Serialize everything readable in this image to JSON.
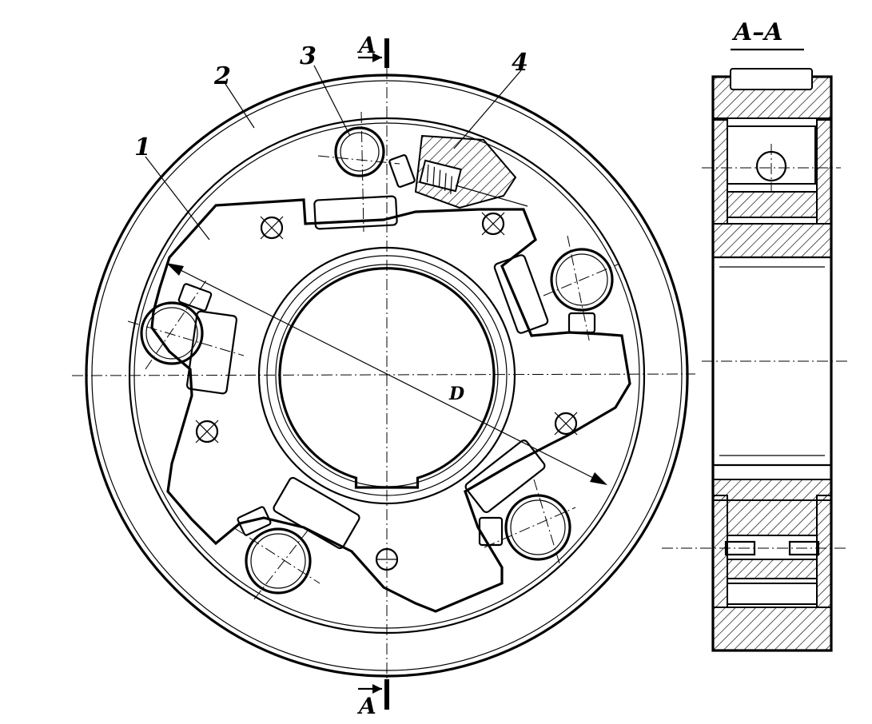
{
  "labels": {
    "part1": "1",
    "part2": "2",
    "part3": "3",
    "part4": "4",
    "section_top": "A",
    "section_bottom": "A",
    "section_title": "A–A",
    "diameter": "D"
  },
  "icons": {
    "section-arrow": "arrow-right",
    "dimension-arrow": "arrow-head"
  }
}
